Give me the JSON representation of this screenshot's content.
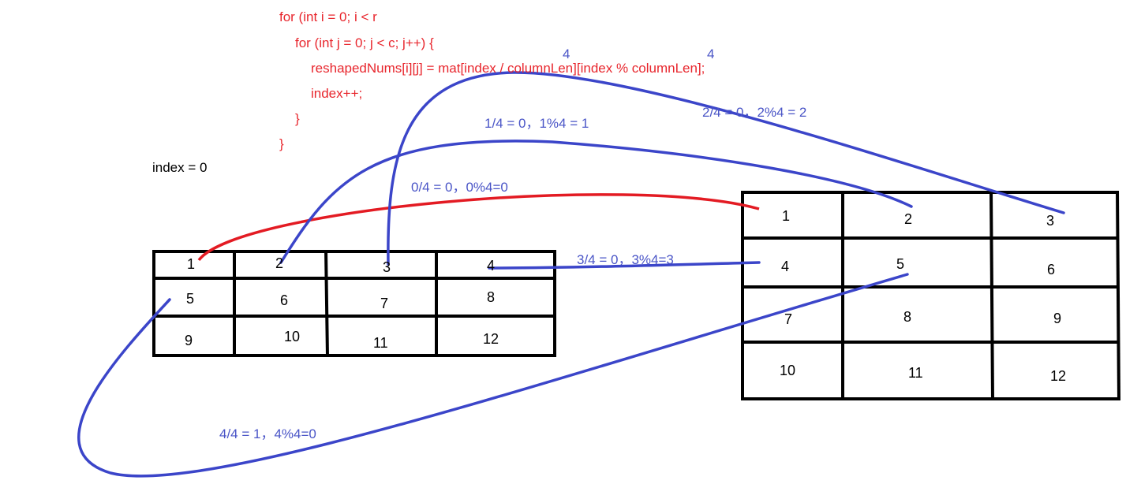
{
  "code": {
    "line1": "for (int i = 0; i < r",
    "line2": "for (int j = 0; j < c; j++) {",
    "line3": "reshapedNums[i][j] = mat[index / columnLen][index % columnLen];",
    "line4": "index++;",
    "line5": "}",
    "line6": "}"
  },
  "index_label": "index = 0",
  "annotations": {
    "col_len_1": "4",
    "col_len_2": "4",
    "step0": "0/4 = 0，0%4=0",
    "step1": "1/4 = 0，1%4 = 1",
    "step2": "2/4 = 0，2%4 = 2",
    "step3": "3/4 = 0，3%4=3",
    "step4": "4/4 = 1，4%4=0"
  },
  "left_grid": [
    [
      "1",
      "2",
      "3",
      "4"
    ],
    [
      "5",
      "6",
      "7",
      "8"
    ],
    [
      "9",
      "10",
      "11",
      "12"
    ]
  ],
  "right_grid": [
    [
      "1",
      "2",
      "3"
    ],
    [
      "4",
      "5",
      "6"
    ],
    [
      "7",
      "8",
      "9"
    ],
    [
      "10",
      "11",
      "12"
    ]
  ],
  "colors": {
    "code": "#e8262d",
    "arrow_blue": "#3b45c9",
    "arrow_red": "#e31b23",
    "grid": "#000000"
  }
}
